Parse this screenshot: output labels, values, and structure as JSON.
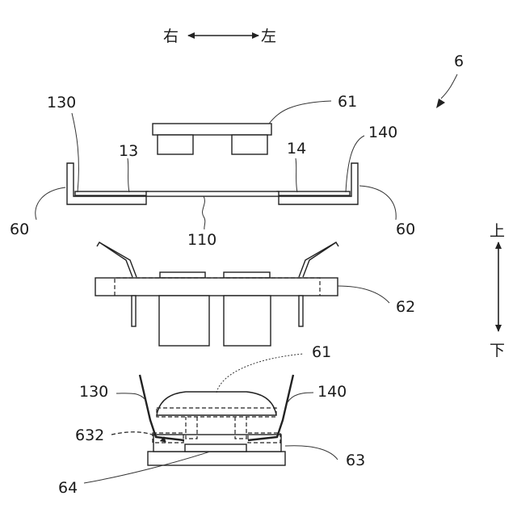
{
  "direction": {
    "right": "右",
    "left": "左",
    "up": "上",
    "down": "下"
  },
  "labels": {
    "figure_ref": "6",
    "l61_top": "61",
    "l130_top": "130",
    "l140_top": "140",
    "l13": "13",
    "l14": "14",
    "l60_left": "60",
    "l60_right": "60",
    "l110": "110",
    "l62": "62",
    "l61_bottom": "61",
    "l130_bottom": "130",
    "l140_bottom": "140",
    "l632": "632",
    "l63": "63",
    "l64": "64"
  }
}
